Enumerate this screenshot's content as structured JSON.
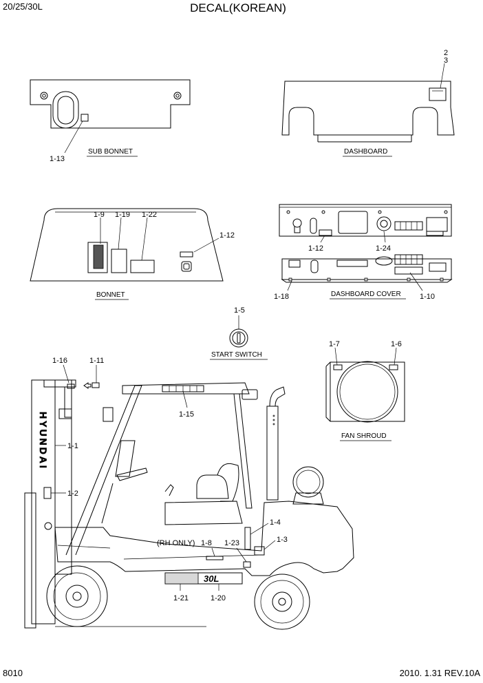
{
  "header": {
    "model": "20/25/30L",
    "title": "DECAL(KOREAN)"
  },
  "footer": {
    "page_number": "8010",
    "revision": "2010. 1.31  REV.10A"
  },
  "assemblies": {
    "sub_bonnet": "SUB BONNET",
    "dashboard": "DASHBOARD",
    "bonnet": "BONNET",
    "dashboard_cover": "DASHBOARD COVER",
    "start_switch": "START SWITCH",
    "fan_shroud": "FAN SHROUD"
  },
  "callouts": {
    "c2": "2",
    "c3": "3",
    "c1_13": "1-13",
    "c1_9": "1-9",
    "c1_19": "1-19",
    "c1_22": "1-22",
    "c1_12_bonnet": "1-12",
    "c1_12_dash": "1-12",
    "c1_24": "1-24",
    "c1_18": "1-18",
    "c1_10": "1-10",
    "c1_5": "1-5",
    "c1_7": "1-7",
    "c1_6": "1-6",
    "c1_16": "1-16",
    "c1_11": "1-11",
    "c1_15": "1-15",
    "c1_1": "1-1",
    "c1_2": "1-2",
    "c1_4": "1-4",
    "c1_3": "1-3",
    "rh_only": "(RH ONLY)",
    "c1_8": "1-8",
    "c1_23": "1-23",
    "c1_21": "1-21",
    "c1_20": "1-20"
  },
  "decal_text": {
    "mast_brand": "HYUNDAI",
    "side_model": "30L"
  }
}
